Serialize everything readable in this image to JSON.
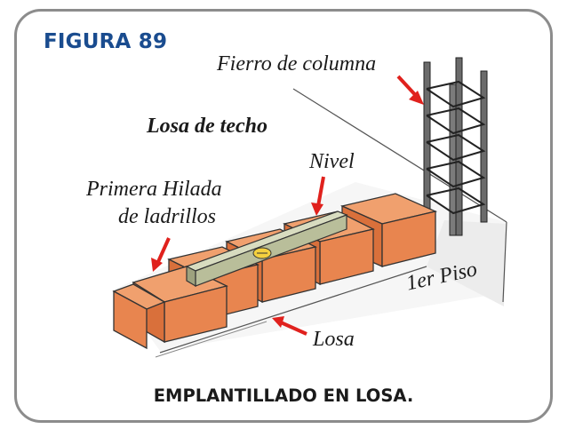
{
  "figure": {
    "label": "FIGURA 89",
    "caption": "EMPLANTILLADO EN LOSA."
  },
  "labels": {
    "fierro_columna": "Fierro de columna",
    "losa_techo": "Losa de techo",
    "nivel": "Nivel",
    "primera_hilada_line1": "Primera Hilada",
    "primera_hilada_line2": "de ladrillos",
    "primer_piso": "1er Piso",
    "losa": "Losa"
  },
  "colors": {
    "title_blue": "#1a4c8f",
    "arrow_red": "#e0211d",
    "brick": "#e8854f",
    "brick_dark": "#c9622e",
    "frame_gray": "#8c8c8c"
  }
}
